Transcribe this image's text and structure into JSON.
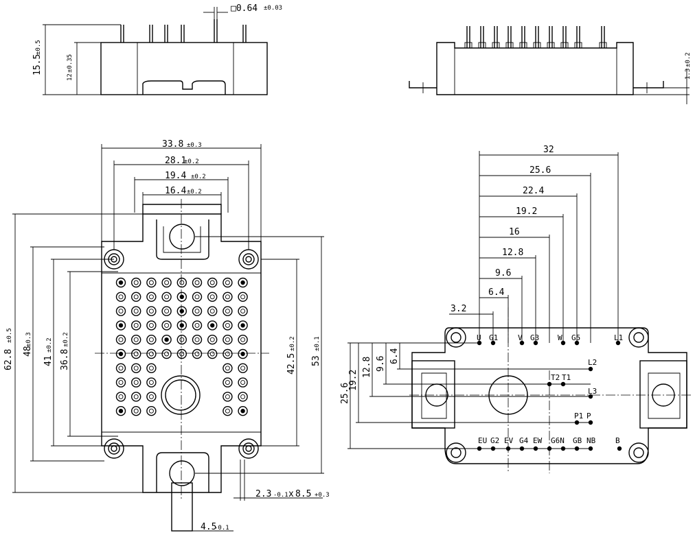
{
  "side_view": {
    "tolerance_label": "□0.64",
    "tolerance_value": "±0.03",
    "overall_height": "15.5",
    "overall_height_tol": "±0.5",
    "body_height": "12",
    "body_height_tol": "±0.35"
  },
  "end_view": {
    "pin_offset": "1.3",
    "pin_offset_tol": "±0.2"
  },
  "top_view": {
    "width_outer": "33.8",
    "width_outer_tol": "±0.3",
    "width_2": "28.1",
    "width_2_tol": "±0.2",
    "width_3": "19.4",
    "width_3_tol": "±0.2",
    "width_4": "16.4",
    "width_4_tol": "±0.2",
    "total_length": "62.8",
    "total_length_tol": "±0.5",
    "hole_span": "48",
    "hole_span_tol": "±0.3",
    "grid_span": "41",
    "grid_span_tol": "±0.2",
    "grid_inner": "36.8",
    "grid_inner_tol": "±0.2",
    "right_span": "42.5",
    "right_span_tol": "±0.2",
    "body_length": "53",
    "body_length_tol": "±0.1",
    "slot_w": "2.3",
    "slot_w_tol": "-0.1",
    "slot_mid": "x",
    "slot_l": "8.5",
    "slot_l_tol": "+0.3",
    "lead_w": "4.5",
    "lead_w_tol": "-0.1"
  },
  "pin_view": {
    "h_dims": [
      "32",
      "25.6",
      "22.4",
      "19.2",
      "16",
      "12.8",
      "9.6",
      "6.4",
      "3.2"
    ],
    "v_dims": [
      "25.6",
      "19.2",
      "12.8",
      "9.6",
      "6.4"
    ],
    "top_labels": [
      "U",
      "G1",
      "V",
      "G3",
      "W",
      "G5",
      "L1"
    ],
    "mid_labels": [
      "L2",
      "T2",
      "T1",
      "L3",
      "P1",
      "P"
    ],
    "bottom_labels": [
      "EU",
      "G2",
      "EV",
      "G4",
      "EW",
      "G6N",
      "GB",
      "NB",
      "B"
    ]
  }
}
